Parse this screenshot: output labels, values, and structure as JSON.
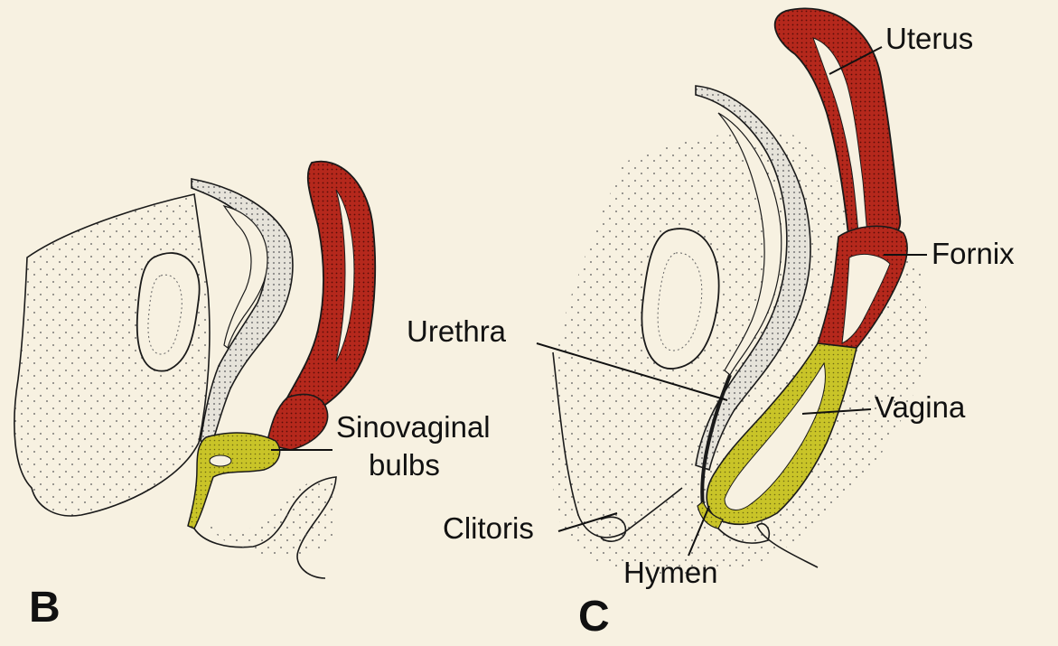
{
  "panels": [
    {
      "letter": "B"
    },
    {
      "letter": "C"
    }
  ],
  "labels": {
    "sinovaginal_bulbs_line1": "Sinovaginal",
    "sinovaginal_bulbs_line2": "bulbs",
    "uterus": "Uterus",
    "fornix": "Fornix",
    "urethra": "Urethra",
    "vagina": "Vagina",
    "clitoris": "Clitoris",
    "hymen": "Hymen"
  },
  "colors": {
    "background": "#f7f1e1",
    "uterine_tissue": "#b5281c",
    "sinus_tissue": "#c9c428",
    "bladder_stipple": "#d9d9d9",
    "outline": "#1a1a1a"
  }
}
